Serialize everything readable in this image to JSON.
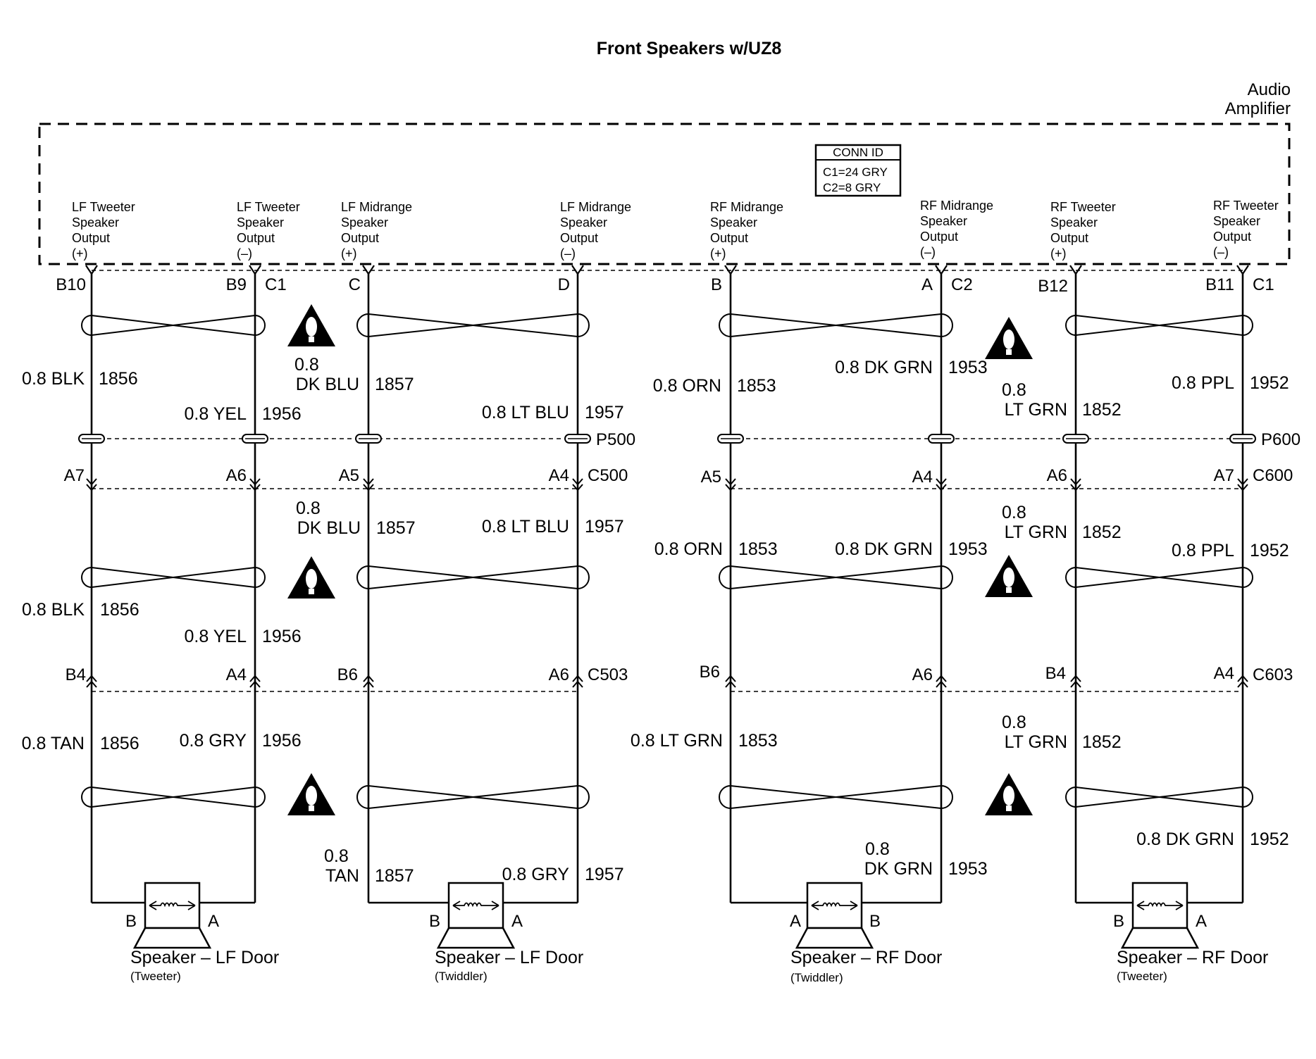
{
  "title": "Front Speakers w/UZ8",
  "module": {
    "line1": "Audio",
    "line2": "Amplifier"
  },
  "conn_id": {
    "header": "CONN ID",
    "line1": "C1=24 GRY",
    "line2": "C2=8 GRY"
  },
  "outputs": [
    {
      "lines": [
        "LF Tweeter",
        "Speaker",
        "Output",
        "(+)"
      ]
    },
    {
      "lines": [
        "LF Tweeter",
        "Speaker",
        "Output",
        "(–)"
      ]
    },
    {
      "lines": [
        "LF Midrange",
        "Speaker",
        "Output",
        "(+)"
      ]
    },
    {
      "lines": [
        "LF Midrange",
        "Speaker",
        "Output",
        "(–)"
      ]
    },
    {
      "lines": [
        "RF Midrange",
        "Speaker",
        "Output",
        "(+)"
      ]
    },
    {
      "lines": [
        "RF Midrange",
        "Speaker",
        "Output",
        "(–)"
      ]
    },
    {
      "lines": [
        "RF Tweeter",
        "Speaker",
        "Output",
        "(+)"
      ]
    },
    {
      "lines": [
        "RF Tweeter",
        "Speaker",
        "Output",
        "(–)"
      ]
    }
  ],
  "top_pins": [
    {
      "pin": "B10"
    },
    {
      "pin": "B9",
      "conn": "C1"
    },
    {
      "pin": "C"
    },
    {
      "pin": "D"
    },
    {
      "pin": "B"
    },
    {
      "pin": "A",
      "conn": "C2"
    },
    {
      "pin": "B12"
    },
    {
      "pin": "B11",
      "conn": "C1"
    }
  ],
  "splices": [
    {
      "id": "P500"
    },
    {
      "id": "P600"
    }
  ],
  "connectors": [
    {
      "id": "C500",
      "pins": [
        "A7",
        "A6",
        "A5",
        "A4"
      ]
    },
    {
      "id": "C600",
      "pins": [
        "A5",
        "A4",
        "A6",
        "A7"
      ]
    },
    {
      "id": "C503",
      "pins": [
        "B4",
        "A4",
        "B6",
        "A6"
      ]
    },
    {
      "id": "C603",
      "pins": [
        "B6",
        "A6",
        "B4",
        "A4"
      ]
    }
  ],
  "wires_upper": [
    {
      "color": "0.8 BLK",
      "circuit": "1856"
    },
    {
      "color": "0.8 YEL",
      "circuit": "1956"
    },
    {
      "color_l1": "0.8",
      "color_l2": "DK BLU",
      "circuit": "1857"
    },
    {
      "color": "0.8 LT BLU",
      "circuit": "1957"
    },
    {
      "color": "0.8 ORN",
      "circuit": "1853"
    },
    {
      "color": "0.8 DK GRN",
      "circuit": "1953"
    },
    {
      "color_l1": "0.8",
      "color_l2": "LT GRN",
      "circuit": "1852"
    },
    {
      "color": "0.8 PPL",
      "circuit": "1952"
    }
  ],
  "wires_middle": [
    {
      "color": "0.8 BLK",
      "circuit": "1856"
    },
    {
      "color": "0.8 YEL",
      "circuit": "1956"
    },
    {
      "color_l1": "0.8",
      "color_l2": "DK BLU",
      "circuit": "1857"
    },
    {
      "color": "0.8 LT BLU",
      "circuit": "1957"
    },
    {
      "color": "0.8 ORN",
      "circuit": "1853"
    },
    {
      "color": "0.8 DK GRN",
      "circuit": "1953"
    },
    {
      "color_l1": "0.8",
      "color_l2": "LT GRN",
      "circuit": "1852"
    },
    {
      "color": "0.8 PPL",
      "circuit": "1952"
    }
  ],
  "wires_lower": [
    {
      "color": "0.8 TAN",
      "circuit": "1856"
    },
    {
      "color": "0.8 GRY",
      "circuit": "1956"
    },
    {
      "color_l1": "0.8",
      "color_l2": "TAN",
      "circuit": "1857"
    },
    {
      "color": "0.8 GRY",
      "circuit": "1957"
    },
    {
      "color": "0.8 LT GRN",
      "circuit": "1853"
    },
    {
      "color_l1": "0.8",
      "color_l2": "DK GRN",
      "circuit": "1953"
    },
    {
      "color_l1": "0.8",
      "color_l2": "LT GRN",
      "circuit": "1852"
    },
    {
      "color": "0.8 DK GRN",
      "circuit": "1952"
    }
  ],
  "speakers": [
    {
      "name": "Speaker – LF Door",
      "sub": "(Tweeter)",
      "left_pin": "B",
      "right_pin": "A"
    },
    {
      "name": "Speaker – LF Door",
      "sub": "(Twiddler)",
      "left_pin": "B",
      "right_pin": "A"
    },
    {
      "name": "Speaker – RF Door",
      "sub": "(Twiddler)",
      "left_pin": "A",
      "right_pin": "B"
    },
    {
      "name": "Speaker – RF Door",
      "sub": "(Tweeter)",
      "left_pin": "B",
      "right_pin": "A"
    }
  ]
}
